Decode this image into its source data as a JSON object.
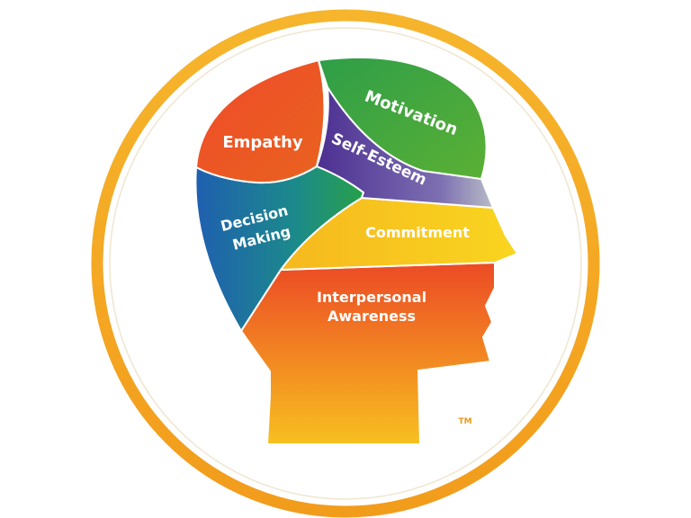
{
  "segments": {
    "empathy": {
      "label": "Empathy"
    },
    "motivation": {
      "label": "Motivation"
    },
    "self_esteem": {
      "label": "Self-Esteem"
    },
    "decision_making": {
      "line1": "Decision",
      "line2": "Making"
    },
    "commitment": {
      "label": "Commitment"
    },
    "interpersonal_awareness": {
      "line1": "Interpersonal",
      "line2": "Awareness"
    }
  },
  "trademark": "TM",
  "colors": {
    "ring": "#f5a623",
    "empathy": "#e8412a",
    "motivation": "#3a9b3a",
    "self_esteem": "#5b3f9a",
    "decision_making": "#1f78b4",
    "commitment": "#f7c81e",
    "interpersonal_awareness": "#ef6a20"
  }
}
